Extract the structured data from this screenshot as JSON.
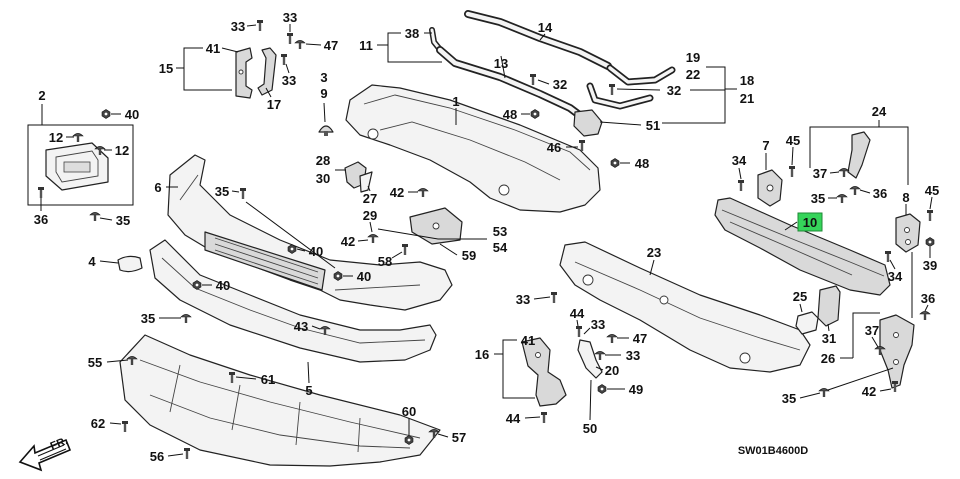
{
  "diagram": {
    "callouts": [
      "33",
      "33",
      "41",
      "47",
      "15",
      "33",
      "17",
      "3",
      "9",
      "38",
      "11",
      "13",
      "14",
      "19",
      "22",
      "18",
      "21",
      "32",
      "32",
      "1",
      "48",
      "40",
      "2",
      "12",
      "12",
      "36",
      "35",
      "51",
      "46",
      "48",
      "24",
      "7",
      "45",
      "34",
      "37",
      "35",
      "36",
      "8",
      "45",
      "10",
      "28",
      "30",
      "27",
      "42",
      "6",
      "35",
      "29",
      "42",
      "53",
      "54",
      "58",
      "59",
      "40",
      "40",
      "40",
      "4",
      "35",
      "43",
      "23",
      "33",
      "44",
      "33",
      "41",
      "47",
      "16",
      "33",
      "20",
      "49",
      "44",
      "50",
      "39",
      "34",
      "25",
      "31",
      "36",
      "37",
      "26",
      "35",
      "42",
      "55",
      "61",
      "5",
      "62",
      "60",
      "57",
      "56"
    ],
    "direction_label": "FR.",
    "diagram_code": "SW01B4600D",
    "highlight_color": "#35d45a"
  }
}
